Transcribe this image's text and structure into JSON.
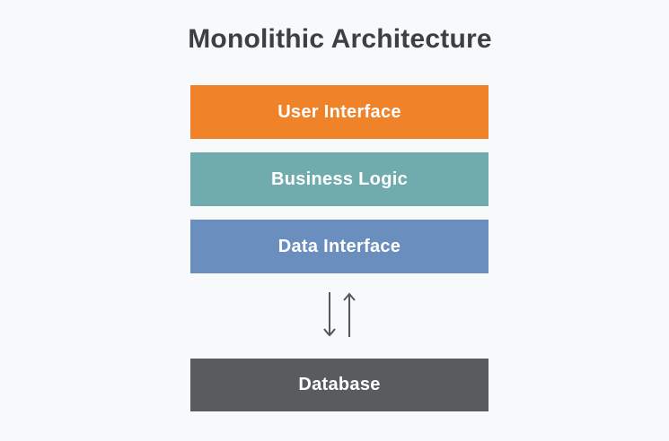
{
  "title": "Monolithic Architecture",
  "diagram": {
    "layers": [
      {
        "label": "User Interface",
        "color": "#F0832A"
      },
      {
        "label": "Business Logic",
        "color": "#70ACAE"
      },
      {
        "label": "Data Interface",
        "color": "#6A8FBE"
      }
    ],
    "database": {
      "label": "Database",
      "color": "#595C5E"
    },
    "arrow_icon": "up-down-arrows-icon"
  },
  "colors": {
    "background": "#F8F9FA",
    "title_text": "#3B4045",
    "box_text": "#FFFFFF",
    "arrow": "#54575A"
  }
}
